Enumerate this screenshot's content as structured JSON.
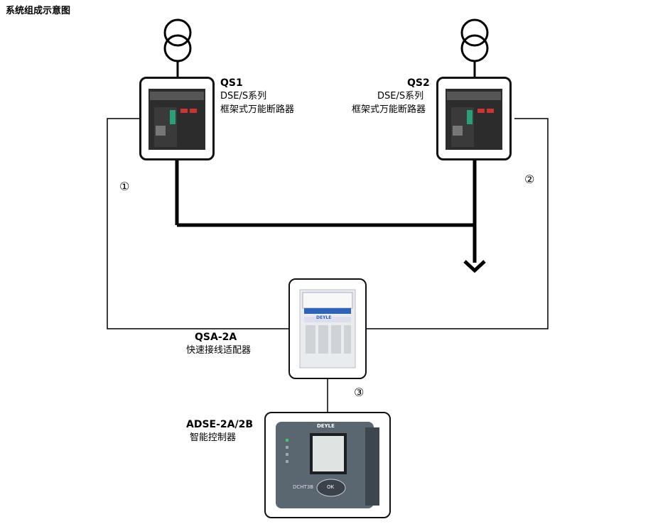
{
  "title": "系统组成示意图",
  "qs1": {
    "name": "QS1",
    "series": "DSE/S系列",
    "desc": "框架式万能断路器"
  },
  "qs2": {
    "name": "QS2",
    "series": "DSE/S系列",
    "desc": "框架式万能断路器"
  },
  "adapter": {
    "name": "QSA-2A",
    "desc": "快速接线适配器",
    "brand": "DEYLE"
  },
  "controller": {
    "name": "ADSE-2A/2B",
    "desc": "智能控制器",
    "brand": "DEYLE",
    "model": "DCHT3B",
    "ok_label": "OK"
  },
  "markers": {
    "m1": "①",
    "m2": "②",
    "m3": "③"
  }
}
